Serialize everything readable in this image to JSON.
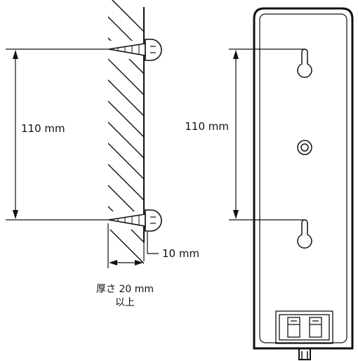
{
  "diagram": {
    "left_figure": {
      "spacing_label": "110 mm",
      "protrusion_label": "10 mm",
      "wall_thickness_label_line1": "厚さ 20 mm",
      "wall_thickness_label_line2": "以上"
    },
    "right_figure": {
      "spacing_label": "110 mm"
    }
  },
  "colors": {
    "ink": "#111111",
    "background": "#ffffff"
  }
}
